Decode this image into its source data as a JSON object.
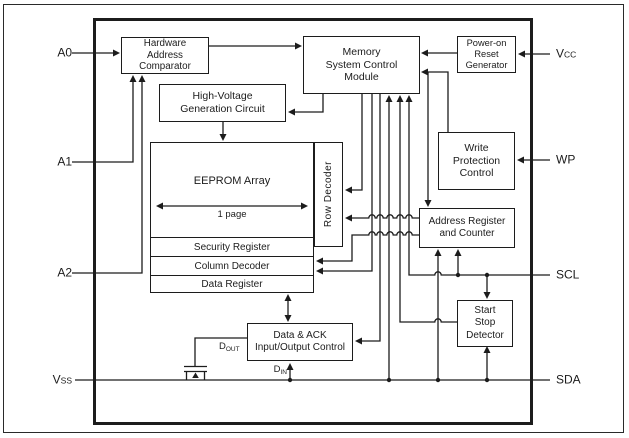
{
  "colors": {
    "ink": "#1c1c1c",
    "background": "#ffffff"
  },
  "blocks": {
    "hardware_address_comparator": "Hardware\nAddress\nComparator",
    "memory_system_control_module": "Memory\nSystem Control\nModule",
    "power_on_reset_generator": "Power-on\nReset\nGenerator",
    "high_voltage_generation_circuit": "High-Voltage\nGeneration Circuit",
    "write_protection_control": "Write\nProtection\nControl",
    "address_register_and_counter": "Address Register\nand Counter",
    "data_ack_io_control": "Data & ACK\nInput/Output Control",
    "start_stop_detector": "Start\nStop\nDetector",
    "row_decoder": "Row Decoder"
  },
  "eeprom": {
    "array_label": "EEPROM Array",
    "page_label": "1 page",
    "rows": [
      "Security Register",
      "Column Decoder",
      "Data Register"
    ]
  },
  "pins": {
    "left": [
      {
        "id": "a0",
        "label": "A0"
      },
      {
        "id": "a1",
        "label": "A1"
      },
      {
        "id": "a2",
        "label": "A2"
      },
      {
        "id": "vss",
        "base": "V",
        "sub": "SS"
      }
    ],
    "right": [
      {
        "id": "vcc",
        "base": "V",
        "sub": "CC"
      },
      {
        "id": "wp",
        "label": "WP"
      },
      {
        "id": "scl",
        "label": "SCL"
      },
      {
        "id": "sda",
        "label": "SDA"
      }
    ]
  },
  "signals": {
    "dout": {
      "base": "D",
      "sub": "OUT"
    },
    "din": {
      "base": "D",
      "sub": "IN"
    }
  }
}
